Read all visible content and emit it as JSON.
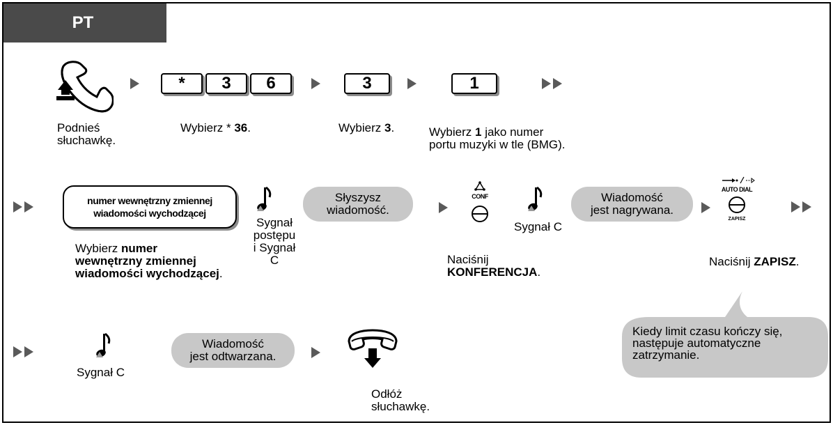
{
  "tab": {
    "label": "PT"
  },
  "row1": {
    "keys_star_group": [
      "*",
      "3",
      "6"
    ],
    "key_3": "3",
    "key_1": "1",
    "caption_lift_1": "Podnieś",
    "caption_lift_2": "słuchawkę.",
    "caption_dial36_pre": "Wybierz",
    "caption_dial36_bold": "36",
    "caption_dial36_post": ".",
    "caption_dial3_pre": "Wybierz",
    "caption_dial3_bold": "3",
    "caption_dial3_post": ".",
    "caption_dial1_pre": "Wybierz",
    "caption_dial1_bold": "1",
    "caption_dial1_post": "jako numer",
    "caption_dial1_line2": "portu muzyki w tle (BMG)."
  },
  "row2": {
    "dial_box": "numer wewnętrzny zmiennej\nwiadomości wychodzącej",
    "caption_dial_pre": "Wybierz",
    "caption_dial_bold_1": "numer",
    "caption_dial_bold_2": "wewnętrzny zmiennej",
    "caption_dial_bold_3": "wiadomości wychodzącej",
    "caption_dial_post": ".",
    "tone1_line1": "Sygnał",
    "tone1_line2": "postępu",
    "tone1_line3": "i Sygnał C",
    "bubble_hear": "Słyszysz\nwiadomość.",
    "conf_label": "CONF",
    "caption_conf_line1": "Naciśnij",
    "caption_conf_bold": "KONFERENCJA",
    "caption_conf_post": ".",
    "tone2": "Sygnał C",
    "bubble_recording": "Wiadomość\njest nagrywana.",
    "autodial_label": "AUTO DIAL",
    "store_label": "ZAPISZ",
    "caption_store_pre": "Naciśnij",
    "caption_store_bold": "ZAPISZ",
    "caption_store_post": "."
  },
  "note": {
    "text": "Kiedy limit czasu kończy się,\nnastępuje automatyczne\nzatrzymanie."
  },
  "row3": {
    "tone3": "Sygnał C",
    "bubble_playing": "Wiadomość\njest odtwarzana.",
    "caption_hangup_1": "Odłóż",
    "caption_hangup_2": "słuchawkę."
  },
  "colors": {
    "tab": "#4a4a4a",
    "arrow": "#5a5a5a",
    "bubble": "#c8c8c8",
    "shadow": "#8c8c8c"
  }
}
